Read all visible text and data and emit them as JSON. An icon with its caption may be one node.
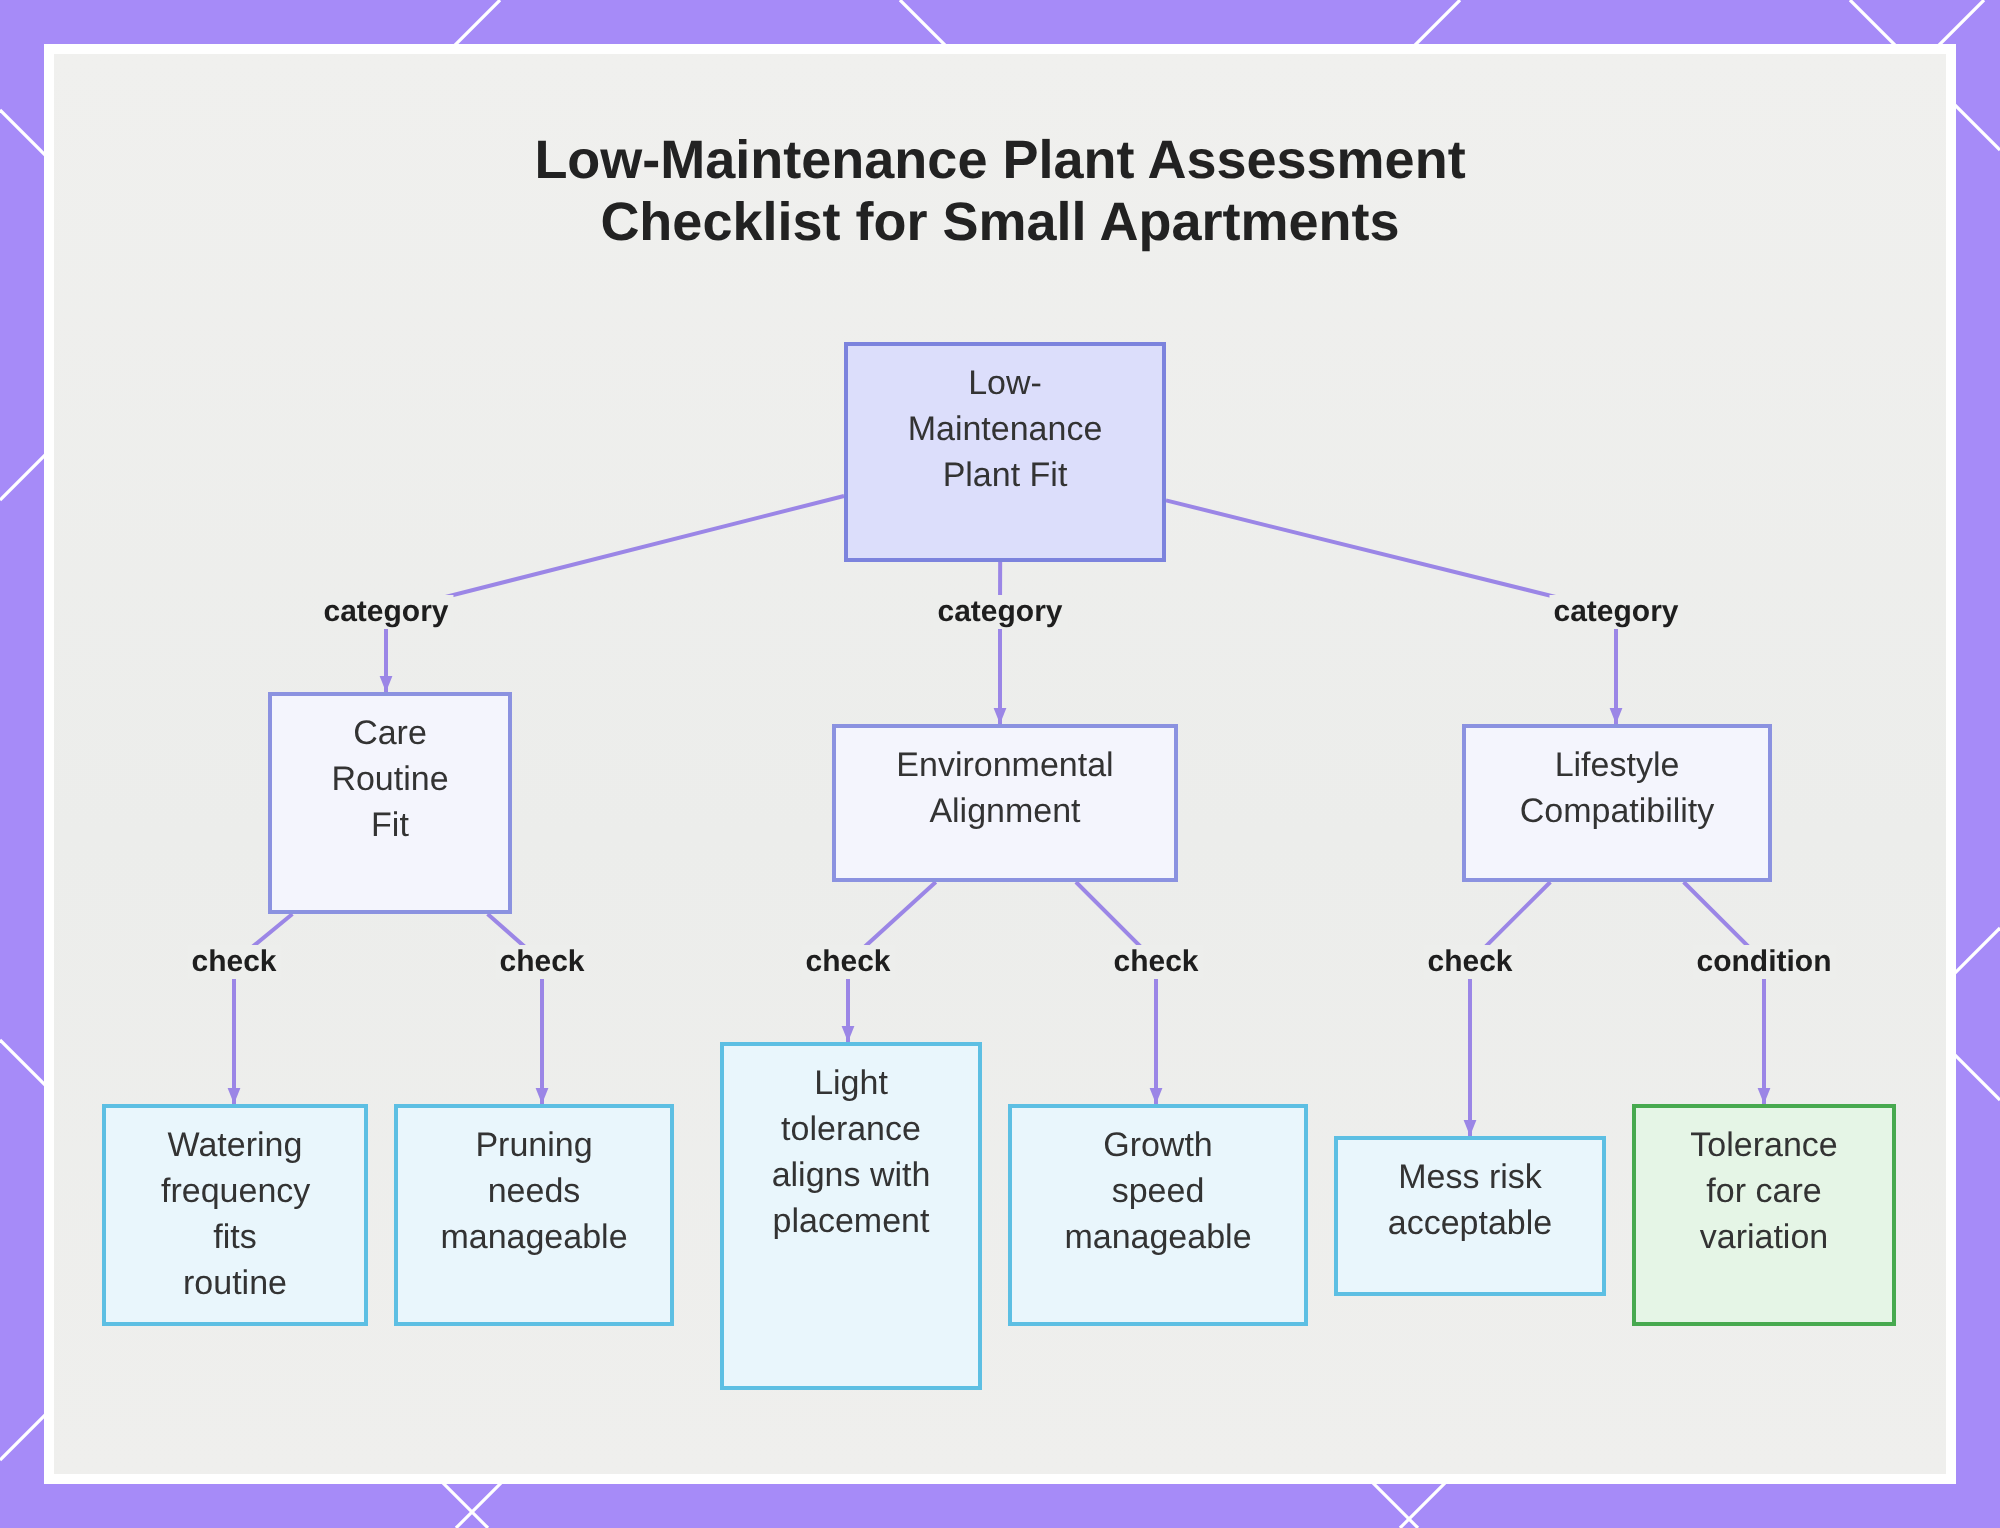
{
  "diagram": {
    "title": "Low-Maintenance Plant Assessment Checklist for Small Apartments",
    "nodes": [
      {
        "text": [
          "Low-Maintenance Plant Fit"
        ]
      },
      {
        "text": [
          "Care Routine Fit"
        ]
      },
      {
        "text": [
          "Environmental Alignment"
        ]
      },
      {
        "text": [
          "Lifestyle Compatibility"
        ]
      },
      {
        "text": [
          "Watering frequency fits routine"
        ]
      },
      {
        "text": [
          "Pruning needs manageable"
        ]
      },
      {
        "text": [
          "Light tolerance aligns with placement"
        ]
      },
      {
        "text": [
          "Growth speed manageable"
        ]
      },
      {
        "text": [
          "Mess risk acceptable"
        ]
      },
      {
        "text": [
          "Tolerance for care variation"
        ]
      }
    ],
    "edges": [
      {
        "from": 0,
        "to": 1,
        "arrow": "to",
        "label": "category"
      },
      {
        "from": 0,
        "to": 2,
        "arrow": "to",
        "label": "category"
      },
      {
        "from": 0,
        "to": 3,
        "arrow": "to",
        "label": "category"
      },
      {
        "from": 1,
        "to": 4,
        "arrow": "to",
        "label": "check"
      },
      {
        "from": 1,
        "to": 5,
        "arrow": "to",
        "label": "check"
      },
      {
        "from": 2,
        "to": 6,
        "arrow": "to",
        "label": "check"
      },
      {
        "from": 2,
        "to": 7,
        "arrow": "to",
        "label": "check"
      },
      {
        "from": 3,
        "to": 8,
        "arrow": "to",
        "label": "check"
      },
      {
        "from": 3,
        "to": 9,
        "arrow": "to",
        "label": "condition"
      }
    ]
  }
}
